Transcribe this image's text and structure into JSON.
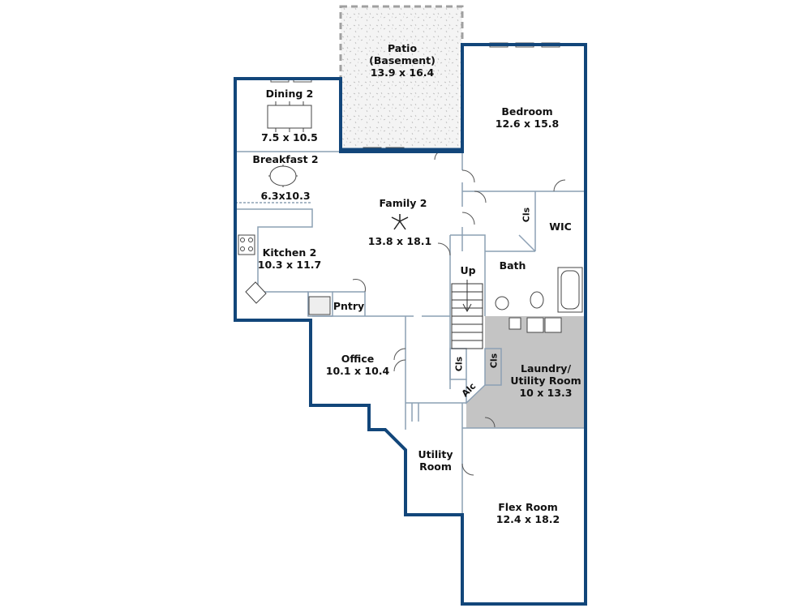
{
  "rooms": {
    "patio": {
      "name": "Patio",
      "sub": "(Basement)",
      "dim": "13.9 x 16.4"
    },
    "bedroom": {
      "name": "Bedroom",
      "dim": "12.6 x 15.8"
    },
    "dining": {
      "name": "Dining 2",
      "dim": "7.5 x 10.5"
    },
    "breakfast": {
      "name": "Breakfast 2",
      "dim": "6.3x10.3"
    },
    "family": {
      "name": "Family 2",
      "dim": "13.8 x 18.1"
    },
    "kitchen": {
      "name": "Kitchen 2",
      "dim": "10.3 x 11.7"
    },
    "wic": {
      "name": "WIC"
    },
    "bath": {
      "name": "Bath"
    },
    "pantry": {
      "name": "Pntry"
    },
    "office": {
      "name": "Office",
      "dim": "10.1 x 10.4"
    },
    "laundry": {
      "name": "Laundry/",
      "sub": "Utility Room",
      "dim": "10 x 13.3"
    },
    "utility": {
      "name": "Utility",
      "sub": "Room"
    },
    "flex": {
      "name": "Flex Room",
      "dim": "12.4 x 18.2"
    }
  },
  "labels": {
    "stairs_up": "Up",
    "closet": "Cls",
    "alcove": "Alc"
  },
  "colors": {
    "outer_wall": "#12467a",
    "inner_wall": "#8ca0b4",
    "laundry_fill": "#c4c4c4",
    "patio_border": "#a0a0a0",
    "patio_fill": "#f3f3f3"
  }
}
